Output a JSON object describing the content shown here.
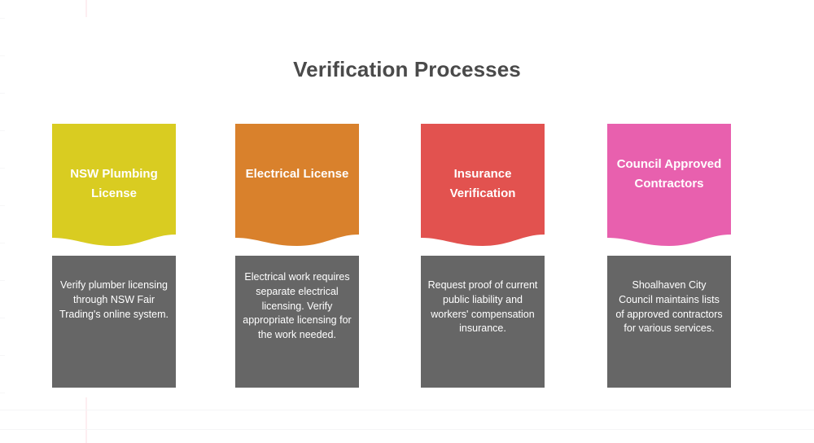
{
  "page": {
    "title": "Verification Processes",
    "title_color": "#4a4a4a",
    "background_color": "#ffffff",
    "body_color": "#666666"
  },
  "cards": [
    {
      "title": "NSW Plumbing License",
      "body": "Verify plumber licensing through NSW Fair Trading's online system.",
      "accent_color": "#d9cc21"
    },
    {
      "title": "Electrical License",
      "body": "Electrical work requires separate electrical licensing. Verify appropriate licensing for the work needed.",
      "accent_color": "#d9812c"
    },
    {
      "title": "Insurance Verification",
      "body": "Request proof of current public liability and workers' compensation insurance.",
      "accent_color": "#e2524f"
    },
    {
      "title": "Council Approved Contractors",
      "body": "Shoalhaven City Council maintains lists of approved contractors for various services.",
      "accent_color": "#e860ae"
    }
  ]
}
